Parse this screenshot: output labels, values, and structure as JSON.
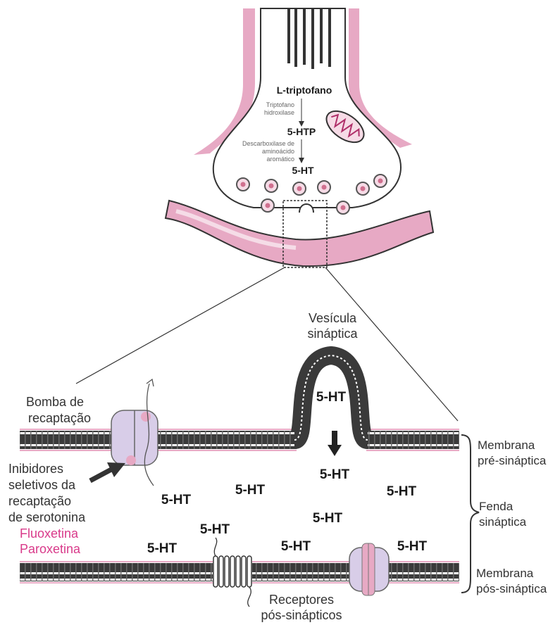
{
  "top": {
    "l_tryptophan": "L-triptofano",
    "enzyme1_line1": "Triptofano",
    "enzyme1_line2": "hidroxilase",
    "five_htp": "5-HTP",
    "enzyme2_line1": "Descarboxilase de",
    "enzyme2_line2": "aminoácido",
    "enzyme2_line3": "aromático",
    "five_ht": "5-HT"
  },
  "labels": {
    "vesicle_line1": "Vesícula",
    "vesicle_line2": "sináptica",
    "pump_line1": "Bomba de",
    "pump_line2": "recaptação",
    "inhib_line1": "Inibidores",
    "inhib_line2": "seletivos da",
    "inhib_line3": "recaptação",
    "inhib_line4": "de serotonina",
    "drug1": "Fluoxetina",
    "drug2": "Paroxetina",
    "pre_line1": "Membrana",
    "pre_line2": "pré-sináptica",
    "cleft_line1": "Fenda",
    "cleft_line2": "sináptica",
    "post_line1": "Membrana",
    "post_line2": "pós-sináptica",
    "receptors_line1": "Receptores",
    "receptors_line2": "pós-sinápticos"
  },
  "serotonin_label": "5-HT",
  "colors": {
    "pink": "#d93a8a",
    "membrane": "#3a3a3a",
    "lavender": "#d8cde8",
    "neuron_pink": "#e7a9c4"
  }
}
